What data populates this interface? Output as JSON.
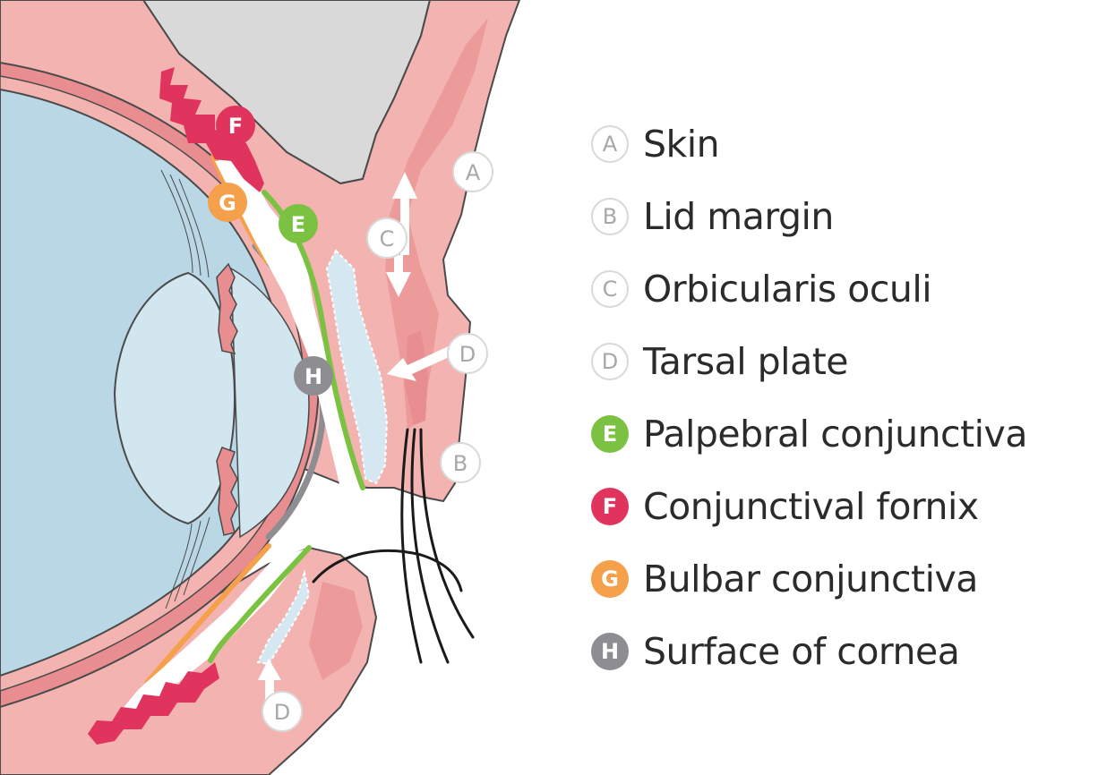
{
  "legend": [
    {
      "letter": "A",
      "label": "Skin",
      "style": "outline",
      "color": ""
    },
    {
      "letter": "B",
      "label": "Lid margin",
      "style": "outline",
      "color": ""
    },
    {
      "letter": "C",
      "label": "Orbicularis oculi",
      "style": "outline",
      "color": ""
    },
    {
      "letter": "D",
      "label": "Tarsal plate",
      "style": "outline",
      "color": ""
    },
    {
      "letter": "E",
      "label": "Palpebral conjunctiva",
      "style": "filled",
      "color": "#7cc242"
    },
    {
      "letter": "F",
      "label": "Conjunctival fornix",
      "style": "filled",
      "color": "#e0345e"
    },
    {
      "letter": "G",
      "label": "Bulbar conjunctiva",
      "style": "filled",
      "color": "#f5a04a"
    },
    {
      "letter": "H",
      "label": "Surface of cornea",
      "style": "filled",
      "color": "#8e8e92"
    }
  ],
  "markers": {
    "a": "A",
    "b": "B",
    "c": "C",
    "d": "D",
    "e": "E",
    "f": "F",
    "g": "G",
    "h": "H"
  },
  "colors": {
    "tissue": "#f3b4b1",
    "tissue_dark": "#e88e90",
    "globe": "#b9d7e4",
    "lens": "#d2e6ef",
    "tarsal": "#d5e8f1",
    "background_grey": "#d9d9d9",
    "palpebral_conjunctiva": "#7cc242",
    "conjunctival_fornix": "#e0345e",
    "bulbar_conjunctiva": "#f5a04a",
    "cornea_surface": "#8e8e92",
    "lashes": "#1a1a1a"
  }
}
